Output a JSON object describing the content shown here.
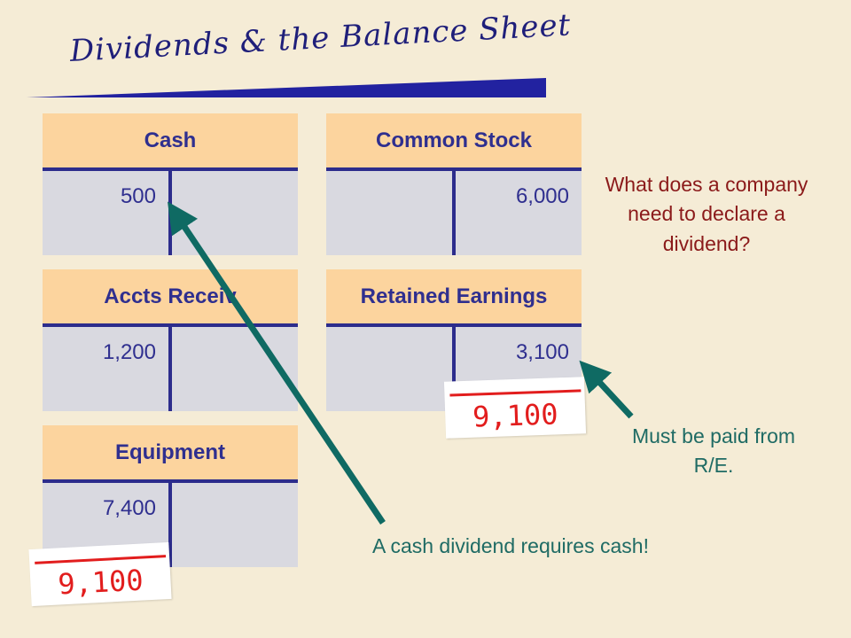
{
  "slide": {
    "title": "Dividends & the Balance Sheet",
    "accounts": {
      "cash": {
        "name": "Cash",
        "debit": "500",
        "credit": ""
      },
      "common_stock": {
        "name": "Common Stock",
        "debit": "",
        "credit": "6,000"
      },
      "accts_receiv": {
        "name": "Accts Receiv",
        "debit": "1,200",
        "credit": ""
      },
      "retained_earnings": {
        "name": "Retained Earnings",
        "debit": "",
        "credit": "3,100"
      },
      "equipment": {
        "name": "Equipment",
        "debit": "7,400",
        "credit": ""
      }
    },
    "cards": {
      "retained_earnings_total": "9,100",
      "equipment_total": "9,100"
    },
    "notes": {
      "question": "What does a company need to declare a dividend?",
      "re_note": "Must be paid from R/E.",
      "cash_note": "A cash dividend requires cash!"
    },
    "colors": {
      "background": "#f5ecd6",
      "account_header": "#fcd49e",
      "account_body": "#d9d9e0",
      "line": "#2c2c8c",
      "arrow": "#0f6a63",
      "strike": "#e21d1d",
      "question_text": "#8b1a1a",
      "note_text": "#1f6b64"
    }
  }
}
